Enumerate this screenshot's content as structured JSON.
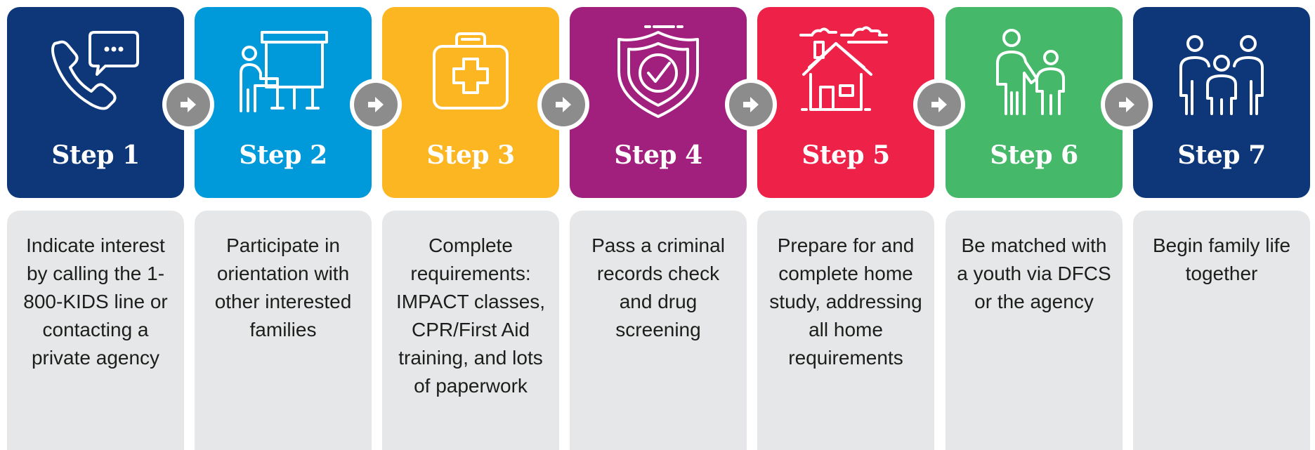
{
  "colors": {
    "step1": "#0d3778",
    "step2": "#0099da",
    "step3": "#fbb621",
    "step4": "#a1207d",
    "step5": "#ee2148",
    "step6": "#45b86a",
    "step7": "#0d3778",
    "description_bg": "#e6e7e9",
    "arrow": "#8c8c8c"
  },
  "steps": [
    {
      "title": "Step 1",
      "icon": "phone-chat-icon",
      "description": "Indicate interest by calling the 1-800-KIDS line or contacting a private agency"
    },
    {
      "title": "Step 2",
      "icon": "presentation-icon",
      "description": "Participate in orientation with other interested families"
    },
    {
      "title": "Step 3",
      "icon": "first-aid-kit-icon",
      "description": "Complete requirements: IMPACT classes, CPR/First Aid training, and lots of paperwork"
    },
    {
      "title": "Step 4",
      "icon": "shield-check-icon",
      "description": "Pass a criminal records check and drug screening"
    },
    {
      "title": "Step 5",
      "icon": "house-icon",
      "description": "Prepare for and complete home study, addressing all home requirements"
    },
    {
      "title": "Step 6",
      "icon": "adult-child-icon",
      "description": "Be matched with a youth via DFCS or the agency"
    },
    {
      "title": "Step 7",
      "icon": "family-icon",
      "description": "Begin family life together"
    }
  ]
}
